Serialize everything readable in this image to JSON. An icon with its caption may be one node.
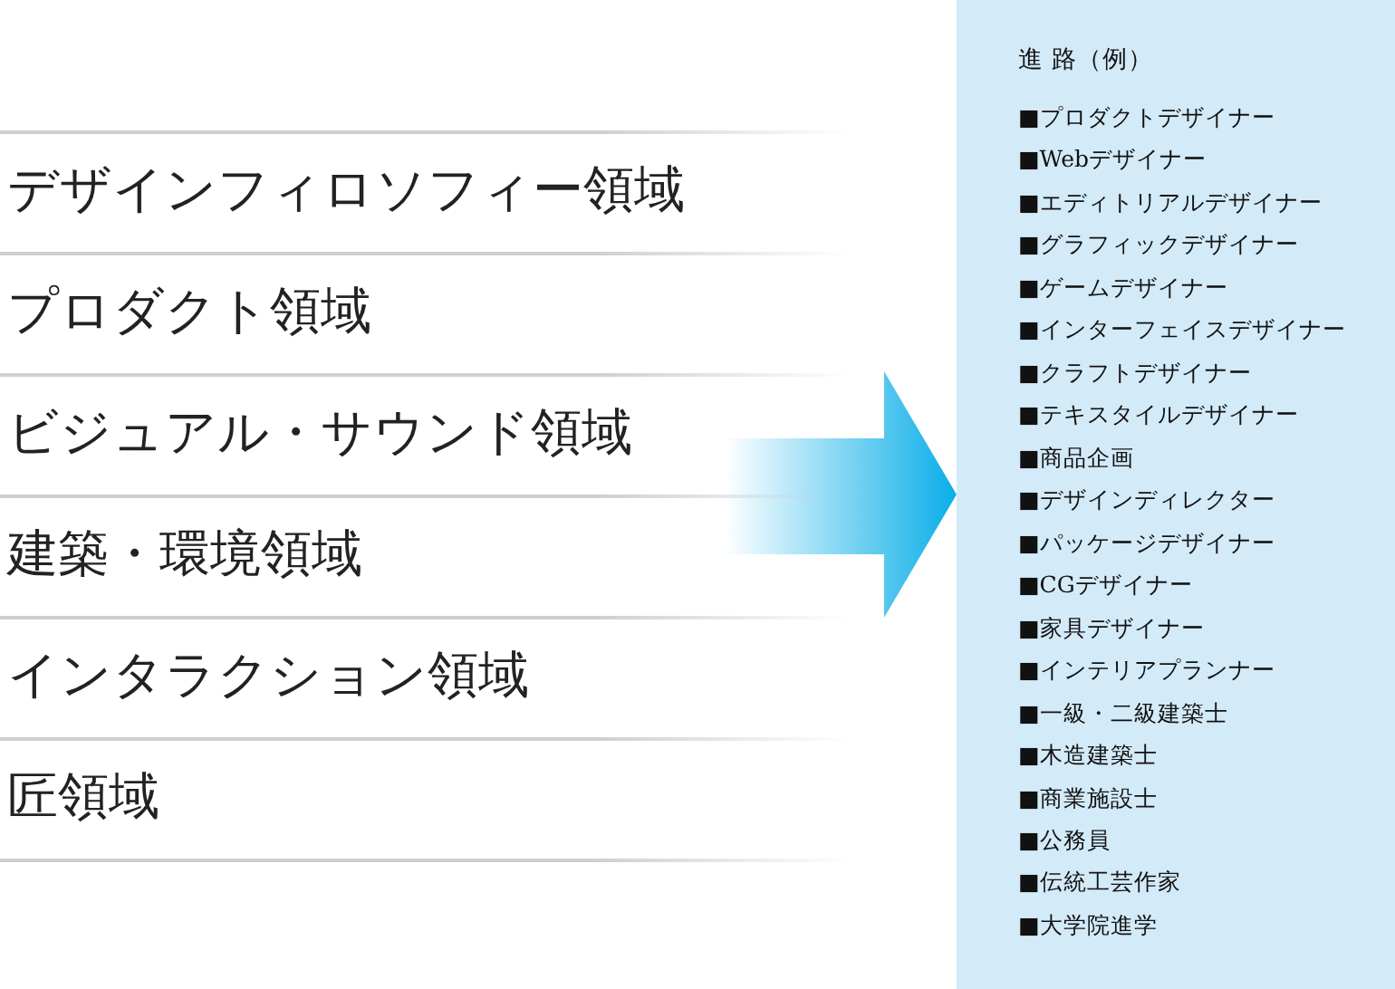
{
  "diagram": {
    "nodes": [
      {
        "text": [
          "デザインフィロソフィー領域"
        ]
      },
      {
        "text": [
          "プロダクト領域"
        ]
      },
      {
        "text": [
          "ビジュアル・サウンド領域"
        ]
      },
      {
        "text": [
          "建築・環境領域"
        ]
      },
      {
        "text": [
          "インタラクション領域"
        ]
      },
      {
        "text": [
          "匠領域"
        ]
      },
      {
        "text": [
          "進 路（例）",
          "■プロダクトデザイナー",
          "■Webデザイナー",
          "■エディトリアルデザイナー",
          "■グラフィックデザイナー",
          "■ゲームデザイナー",
          "■インターフェイスデザイナー",
          "■クラフトデザイナー",
          "■テキスタイルデザイナー",
          "■商品企画",
          "■デザインディレクター",
          "■パッケージデザイナー",
          "■CGデザイナー",
          "■家具デザイナー",
          "■インテリアプランナー",
          "■一級・二級建築士",
          "■木造建築士",
          "■商業施設士",
          "■公務員",
          "■伝統工芸作家",
          "■大学院進学"
        ]
      }
    ],
    "edges": [
      {
        "from": null,
        "to": 6,
        "arrow": "to"
      }
    ]
  }
}
